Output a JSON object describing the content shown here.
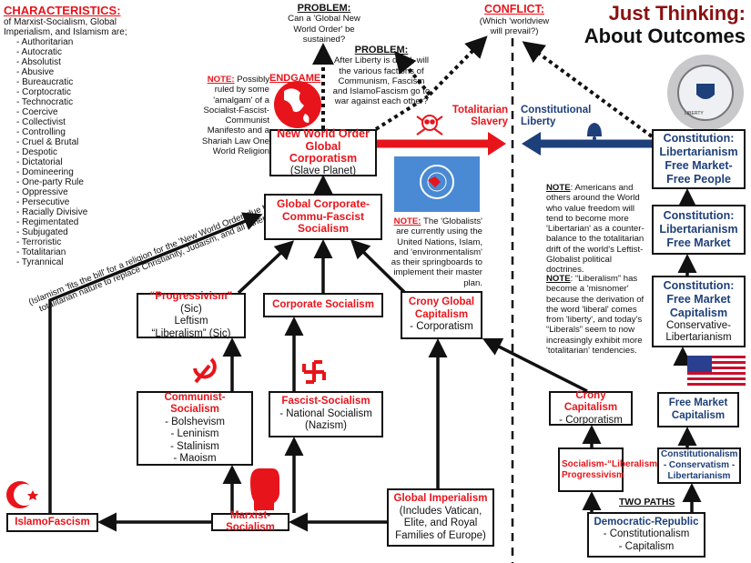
{
  "title": {
    "line1": "Just Thinking:",
    "line2": "About Outcomes"
  },
  "characteristics": {
    "heading": "CHARACTERISTICS:",
    "intro": "of Marxist-Socialism, Global Imperialism, and Islamism are;",
    "items": [
      "- Authoritarian",
      "- Autocratic",
      "- Absolutist",
      "- Abusive",
      "- Bureaucratic",
      "- Corptocratic",
      "- Technocratic",
      "- Coercive",
      "- Collectivist",
      "- Controlling",
      "- Cruel & Brutal",
      "- Despotic",
      "- Dictatorial",
      "- Domineering",
      "- One-party Rule",
      "- Oppressive",
      "- Persecutive",
      "- Racially Divisive",
      "- Regimentated",
      "- Subjugated",
      "- Terroristic",
      "- Totalitarian",
      "- Tyrannical"
    ]
  },
  "islam_diagonal": {
    "line1": "(Islamism 'fits the bill' for a religion for the 'New World Order' due to it's",
    "line2": "totalitarian nature to replace Christianity, Judaism, and all others)"
  },
  "problem1": {
    "heading": "PROBLEM:",
    "text": "Can a 'Global New World Order' be sustained?"
  },
  "problem2": {
    "heading": "PROBLEM:",
    "text": "After Liberty is dead, will the various factions of Communism, Fascism and IslamoFascism go to war against each other?"
  },
  "conflict": {
    "heading": "CONFLICT:",
    "text": "(Which 'worldview will prevail?)"
  },
  "endgame_label": "ENDGAME",
  "note_left": {
    "label": "NOTE:",
    "text": " Possibly ruled by some 'amalgam' of a Socialist-Fascist-Communist Manifesto and a Shariah Law One World Religion"
  },
  "note_un": {
    "label": "NOTE:",
    "text": " The 'Globalists' are currently using the United Nations, Islam, and 'environmentalism' as their springboards to implement their master plan."
  },
  "note_americans": {
    "label": "NOTE",
    "text": ": Americans and others around the World who value freedom will tend to become more 'Libertarian' as a counter-balance to the totalitarian drift of the world's Leftist-Globalist political doctrines."
  },
  "note_liberalism": {
    "label": "NOTE",
    "text": ": “Liberalism” has become a 'misnomer' because the derivation of the word 'liberal' comes from 'liberty', and today's “Liberals” seem to now increasingly exhibit more 'totalitarian' tendencies."
  },
  "arrows": {
    "totalitarian": "Totalitarian Slavery",
    "liberty": "Constitutional Liberty"
  },
  "boxes": {
    "nwo": {
      "title1": "New World Order",
      "title2": "Global Corporatism",
      "sub": "(Slave Planet)"
    },
    "global_corp": {
      "title": "Global Corporate-Commu-Fascist Socialism"
    },
    "progressivism": {
      "title": "“Progressivism”",
      "sic": " (Sic)",
      "l2": "Leftism",
      "l3": "“Liberalism” (Sic)"
    },
    "corporate_socialism": {
      "title": "Corporate Socialism"
    },
    "crony_global": {
      "title": "Crony Global Capitalism",
      "sub": "- Corporatism"
    },
    "communist": {
      "title": "Communist-Socialism",
      "items": [
        "- Bolshevism",
        "- Leninism",
        "- Stalinism",
        "- Maoism"
      ]
    },
    "fascist": {
      "title": "Fascist-Socialism",
      "sub": "- National Socialism (Nazism)"
    },
    "global_imperialism": {
      "title": "Global Imperialism",
      "sub": "(Includes Vatican, Elite, and Royal Families of Europe)"
    },
    "marxist": {
      "title": "Marxist-Socialism"
    },
    "islamofascism": {
      "title": "IslamoFascism"
    },
    "crony_capitalism": {
      "title": "Crony Capitalism",
      "sub": "- Corporatism"
    },
    "socialism_lib": {
      "title": "Socialism-“Liberalism” Progressivism"
    },
    "constitution1": {
      "title": "Constitution: Libertarianism Free Market-Free People"
    },
    "constitution2": {
      "title": "Constitution: Libertarianism Free Market"
    },
    "constitution3": {
      "title": "Constitution: Free Market Capitalism",
      "sub": "Conservative-Libertarianism"
    },
    "free_market": {
      "title": "Free Market Capitalism"
    },
    "constitutionalism": {
      "title": "Constitutionalism - Conservatism - Libertarianism"
    },
    "democratic_republic": {
      "title": "Democratic-Republic",
      "items": [
        "- Constitutionalism",
        "- Capitalism"
      ]
    }
  },
  "two_paths": "TWO PATHS",
  "seal_text": "LIBERTY",
  "colors": {
    "red": "#e8141b",
    "blue": "#1d3f7a",
    "title_red": "#8b1010",
    "un_blue": "#4a8ad4"
  },
  "icons": [
    "globe-icon",
    "skull-crossbones-icon",
    "liberty-bell-icon",
    "un-flag-icon",
    "hammer-sickle-icon",
    "swastika-icon",
    "fist-icon",
    "crescent-star-icon",
    "us-flag-icon",
    "seal-icon"
  ]
}
